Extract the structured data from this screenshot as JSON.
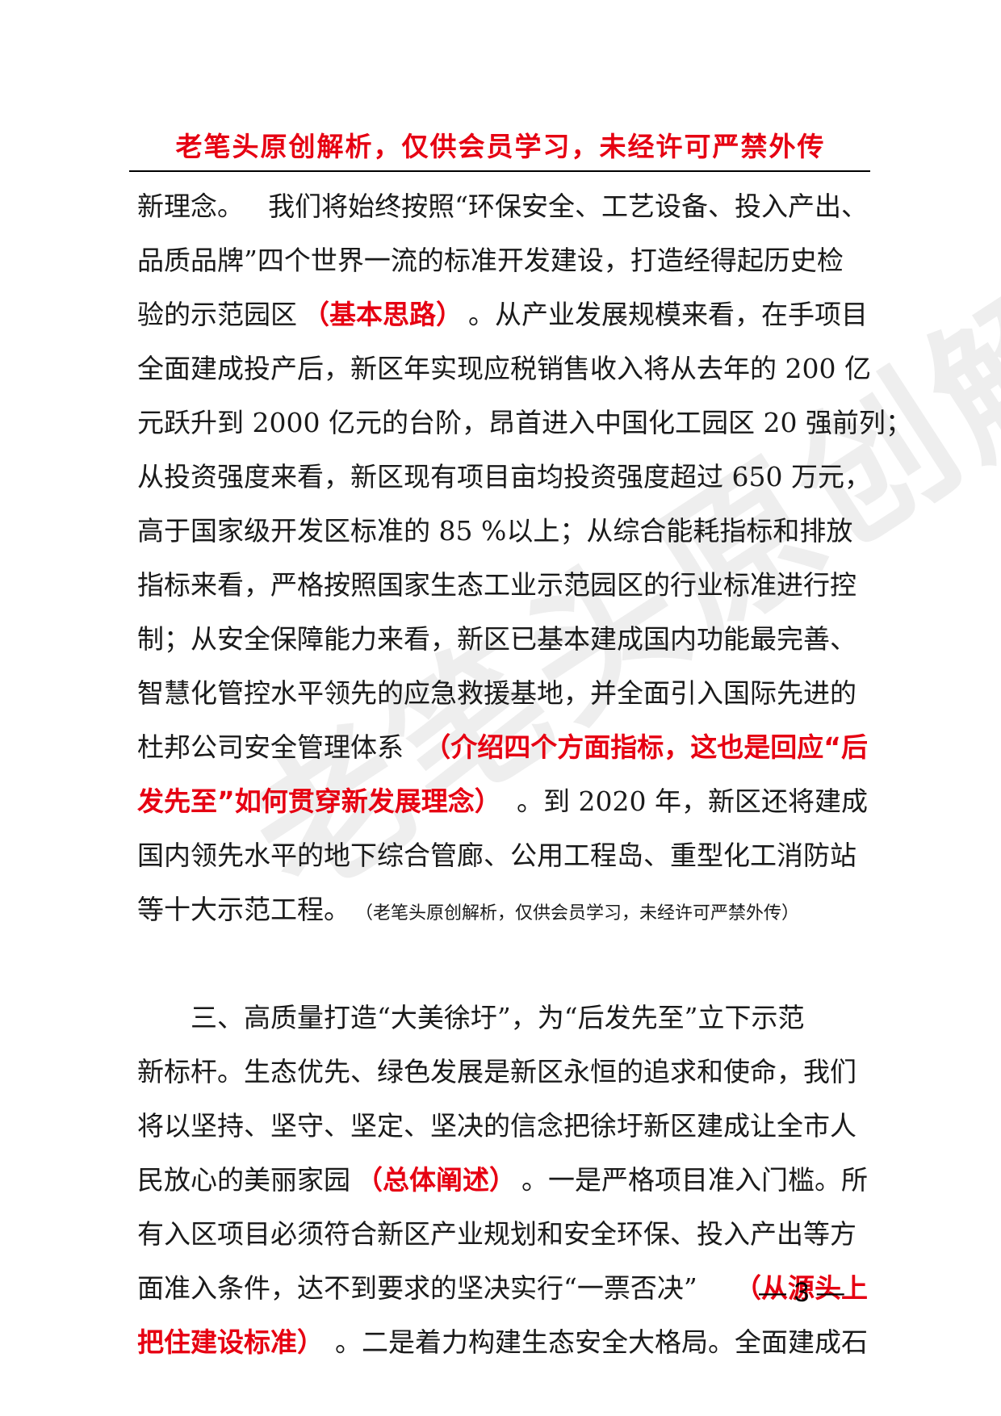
{
  "header": {
    "title": "老笔头原创解析，仅供会员学习，未经许可严禁外传"
  },
  "watermark": {
    "text": "老笔头原创解析"
  },
  "body": {
    "l1a": "新理念。",
    "l1b": "我们将始终按照“环保安全、工艺设备、投入产出、",
    "l2": "品质品牌”四个世界一流的标准开发建设，打造经得起历史检",
    "l3a": "验的示范园区",
    "l3b": "（基本思路）",
    "l3c": "。从产业发展规模来看，在手项目",
    "l4": "全面建成投产后，新区年实现应税销售收入将从去年的 200 亿",
    "l5": "元跃升到 2000 亿元的台阶，昂首进入中国化工园区 20 强前列；",
    "l6": "从投资强度来看，新区现有项目亩均投资强度超过 650 万元，",
    "l7": "高于国家级开发区标准的 85 %以上；从综合能耗指标和排放",
    "l8": "指标来看，严格按照国家生态工业示范园区的行业标准进行控",
    "l9": "制；从安全保障能力来看，新区已基本建成国内功能最完善、",
    "l10": "智慧化管控水平领先的应急救援基地，并全面引入国际先进的",
    "l11a": "杜邦公司安全管理体系",
    "l11b": "（介绍四个方面指标，这也是回应“后",
    "l12a": "发先至”如何贯穿新发展理念）",
    "l12b": "。到 2020 年，新区还将建成",
    "l13": "国内领先水平的地下综合管廊、公用工程岛、重型化工消防站",
    "l14a": "等十大示范工程。",
    "l14b": "（老笔头原创解析，仅供会员学习，未经许可严禁外传）",
    "p2l1": "三、高质量打造“大美徐圩”，为“后发先至”立下示范",
    "p2l2": "新标杆。生态优先、绿色发展是新区永恒的追求和使命，我们",
    "p2l3": "将以坚持、坚守、坚定、坚决的信念把徐圩新区建成让全市人",
    "p2l4a": "民放心的美丽家园",
    "p2l4b": "（总体阐述）",
    "p2l4c": "。一是严格项目准入门槛。所",
    "p2l5": "有入区项目必须符合新区产业规划和安全环保、投入产出等方",
    "p2l6a": "面准入条件，达不到要求的坚决实行“一票否决”",
    "p2l6b": "（从源头上",
    "p2l7a": "把住建设标准）",
    "p2l7b": "。二是着力构建生态安全大格局。全面建成石"
  },
  "footer": {
    "page_number": "— 3 —"
  },
  "colors": {
    "highlight": "#e60012",
    "text": "#1a1a1a"
  }
}
